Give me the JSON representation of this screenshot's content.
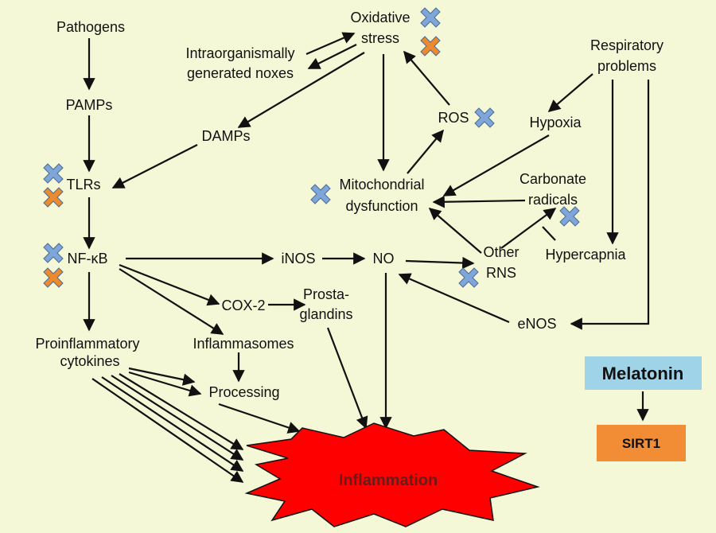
{
  "colors": {
    "background": "#f4f8d6",
    "inhibit_blue": "#7fa6d9",
    "inhibit_orange": "#ec8a2f",
    "melatonin_box": "#9fd3e8",
    "sirt1_box": "#f28c35",
    "inflammation_fill": "#ff0000",
    "inflammation_text": "#6a1a1a"
  },
  "icons": {
    "blue_mark": "x-mark-icon (blue, melatonin)",
    "orange_mark": "x-mark-icon (orange, SIRT1)"
  },
  "nodes": {
    "pathogens": "Pathogens",
    "pamps": "PAMPs",
    "damps": "DAMPs",
    "tlrs": "TLRs",
    "nfkb": "NF-κB",
    "proinflammatory_1": "Proinflammatory",
    "proinflammatory_2": "cytokines",
    "inos": "iNOS",
    "no": "NO",
    "cox2": "COX-2",
    "prostaglandins_1": "Prosta-",
    "prostaglandins_2": "glandins",
    "inflammasomes": "Inflammasomes",
    "processing": "Processing",
    "oxidative_1": "Oxidative",
    "oxidative_2": "stress",
    "noxes_1": "Intraorganismally",
    "noxes_2": "generated noxes",
    "ros": "ROS",
    "mito_1": "Mitochondrial",
    "mito_2": "dysfunction",
    "respiratory_1": "Respiratory",
    "respiratory_2": "problems",
    "hypoxia": "Hypoxia",
    "carbonate_1": "Carbonate",
    "carbonate_2": "radicals",
    "other_rns_1": "Other",
    "other_rns_2": "RNS",
    "hypercapnia": "Hypercapnia",
    "enos": "eNOS",
    "inflammation": "Inflammation"
  },
  "legend": {
    "melatonin": "Melatonin",
    "sirt1": "SIRT1"
  }
}
